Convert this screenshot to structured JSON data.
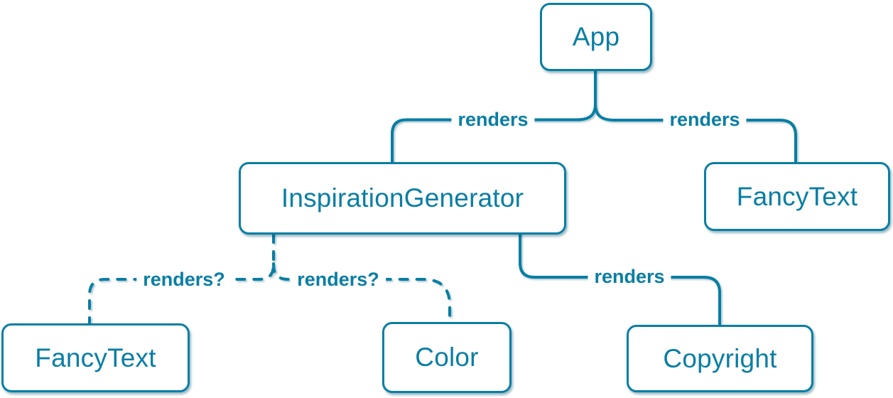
{
  "colors": {
    "accent": "#087ea4",
    "node_fill": "#ffffff",
    "background": "#ffffff"
  },
  "diagram_type": "component-render-tree",
  "nodes": [
    {
      "id": "app",
      "label": "App"
    },
    {
      "id": "inspiration-generator",
      "label": "InspirationGenerator"
    },
    {
      "id": "fancy-text-top",
      "label": "FancyText"
    },
    {
      "id": "fancy-text-bottom",
      "label": "FancyText"
    },
    {
      "id": "color",
      "label": "Color"
    },
    {
      "id": "copyright",
      "label": "Copyright"
    }
  ],
  "edges": [
    {
      "from": "App",
      "to": "InspirationGenerator",
      "label": "renders",
      "style": "solid"
    },
    {
      "from": "App",
      "to": "FancyText",
      "label": "renders",
      "style": "solid"
    },
    {
      "from": "InspirationGenerator",
      "to": "FancyText",
      "label": "renders?",
      "style": "dashed"
    },
    {
      "from": "InspirationGenerator",
      "to": "Color",
      "label": "renders?",
      "style": "dashed"
    },
    {
      "from": "InspirationGenerator",
      "to": "Copyright",
      "label": "renders",
      "style": "solid"
    }
  ]
}
